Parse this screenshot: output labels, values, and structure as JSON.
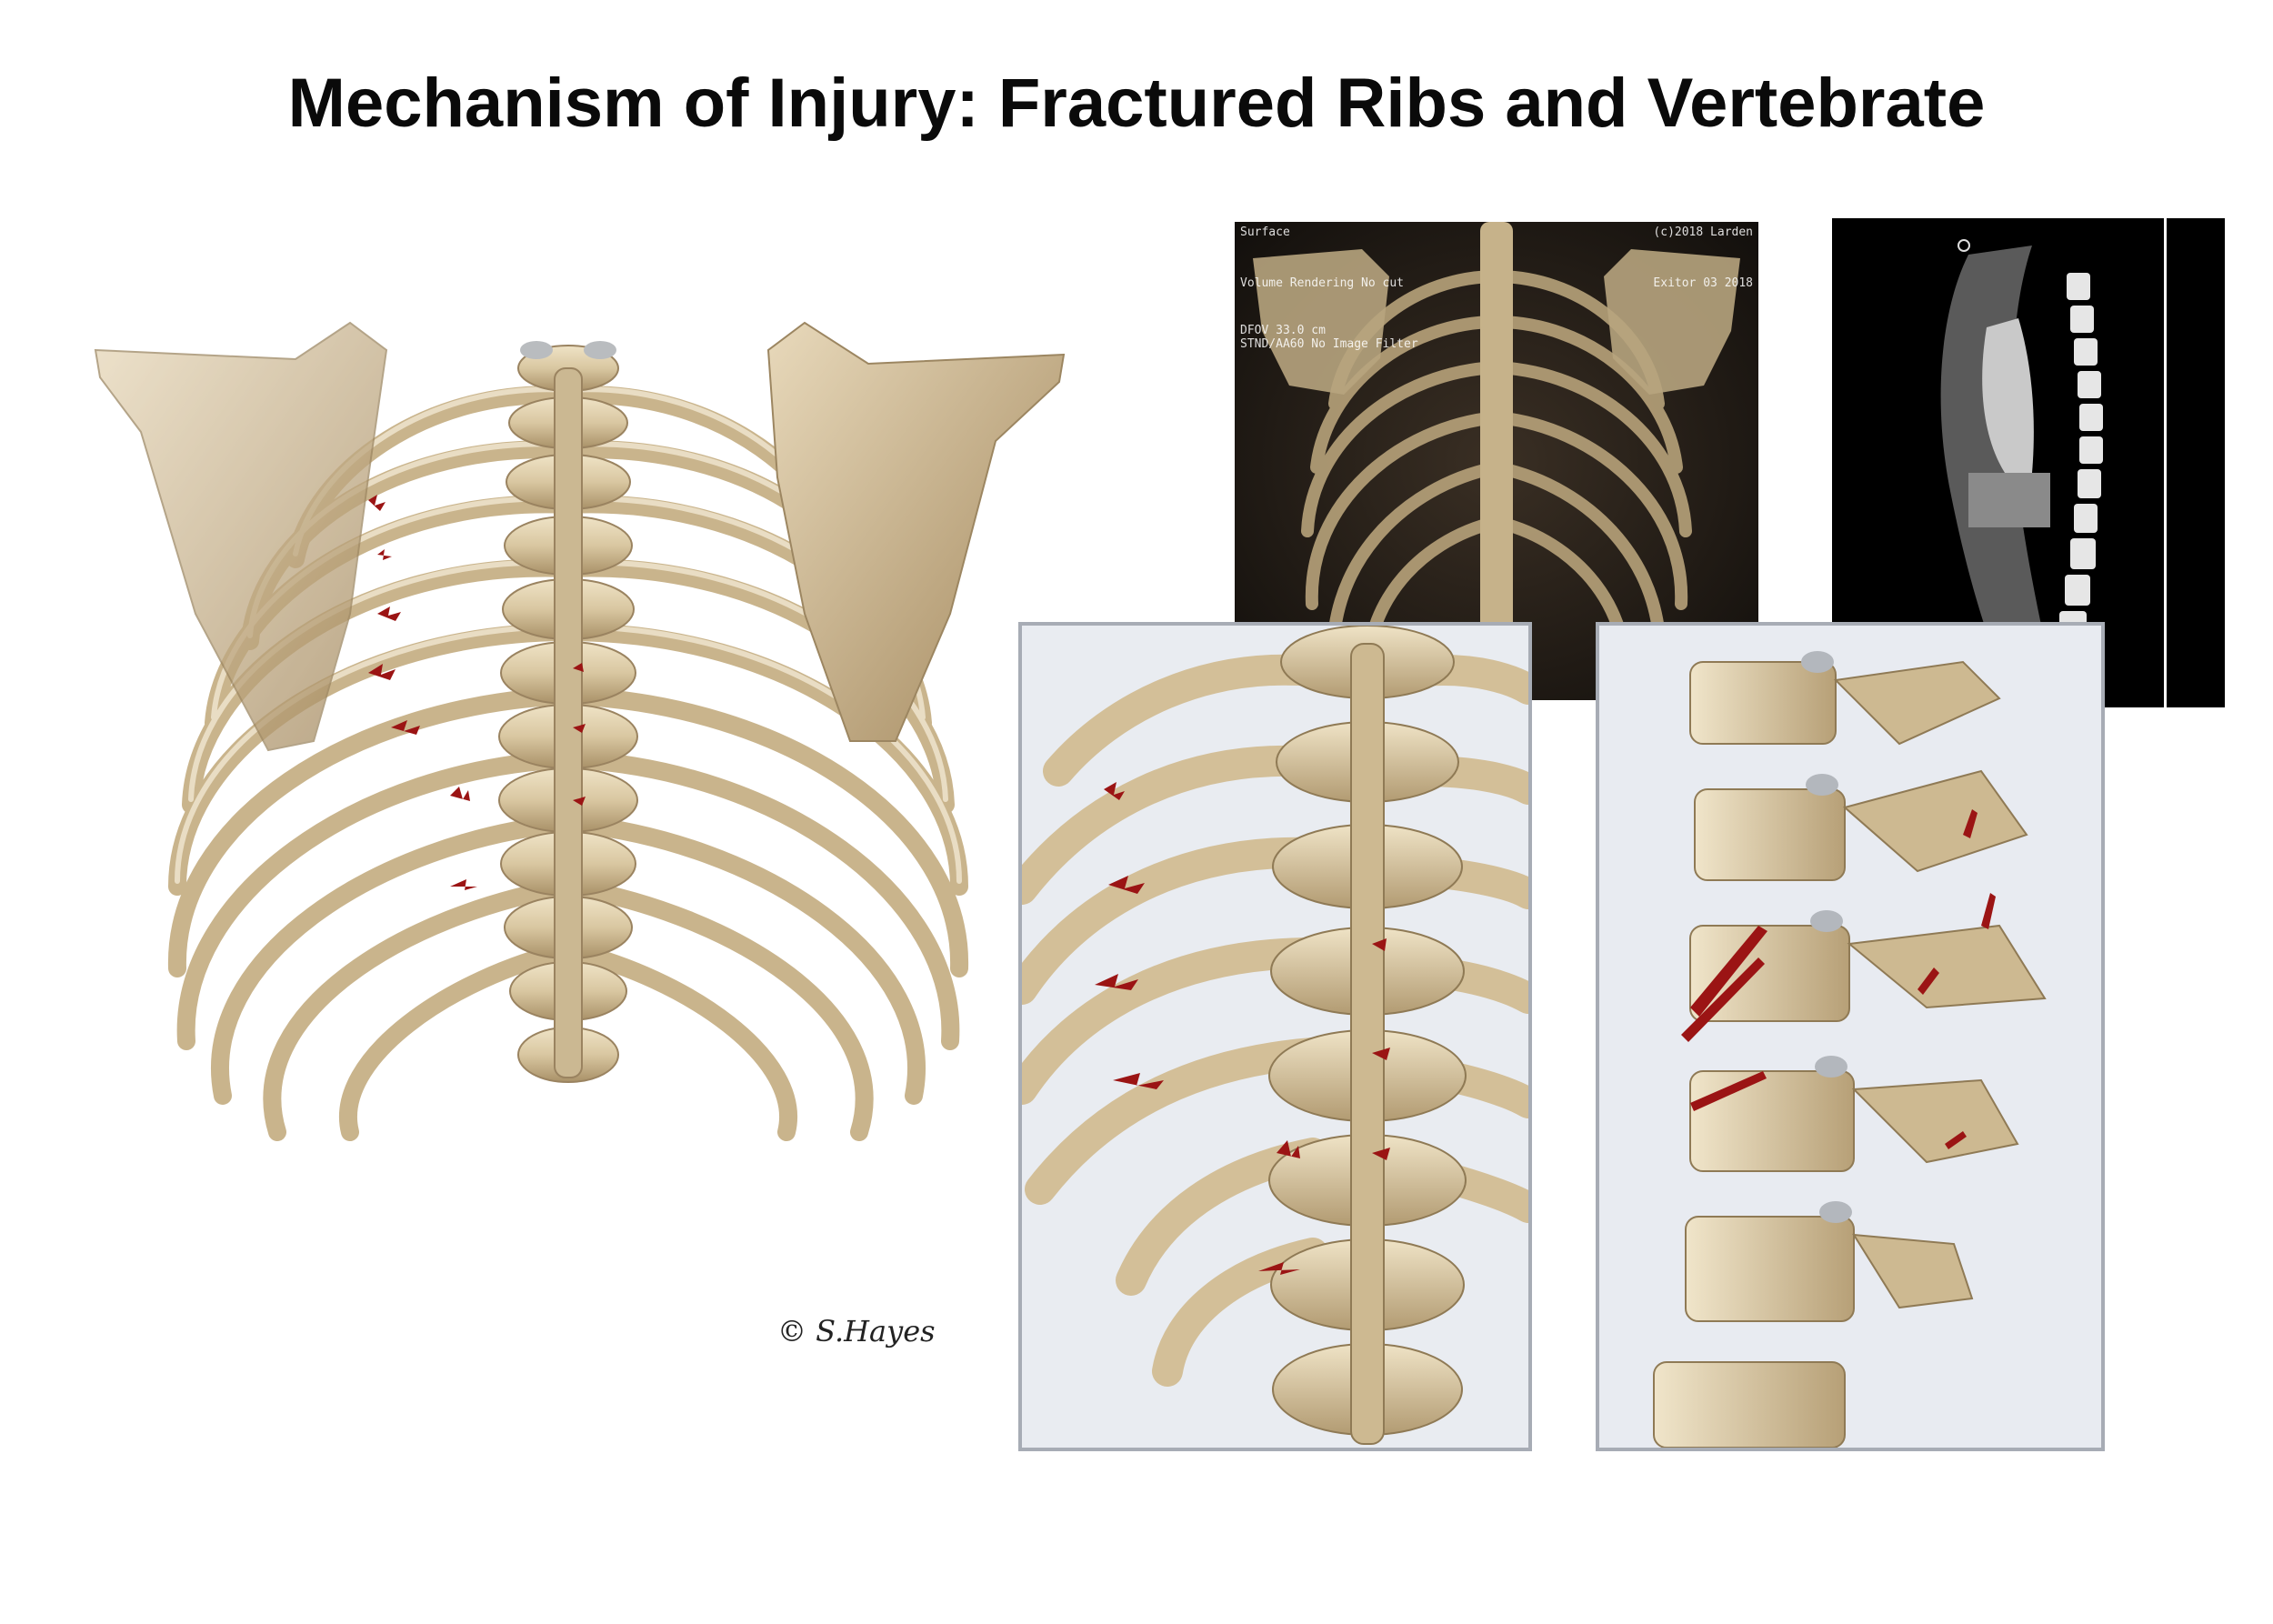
{
  "title": "Mechanism of Injury: Fractured Ribs and Vertebrate",
  "signature": "© S.Hayes",
  "ct_overlay": {
    "top_left": "Surface",
    "volume_label": "Volume Rendering No cut",
    "params": "DFOV 33.0 cm\nSTND/AA60 No Image Filter",
    "top_right": "(c)2018 Larden",
    "date_label": "Exitor 03 2018"
  },
  "colors": {
    "bone": "#d8c7a3",
    "bone_shadow": "#a8936b",
    "bone_light": "#f1e7cf",
    "fracture": "#9b1414",
    "panel_bg": "#e9ecf1",
    "panel_border": "#a7acb5"
  }
}
